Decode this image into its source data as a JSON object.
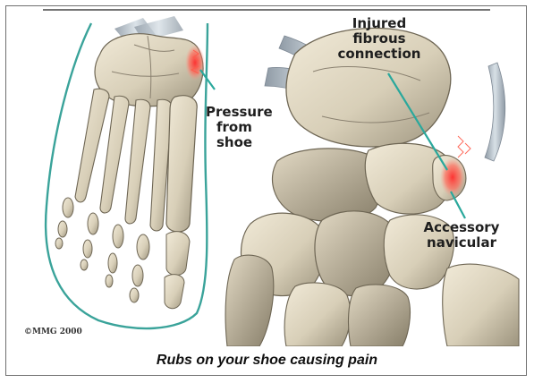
{
  "labels": {
    "pressure_line1": "Pressure",
    "pressure_line2": "from",
    "pressure_line3": "shoe",
    "injured_line1": "Injured",
    "injured_line2": "fibrous",
    "injured_line3": "connection",
    "accessory_line1": "Accessory",
    "accessory_line2": "navicular"
  },
  "copyright": "©MMG 2000",
  "caption": "Rubs on your shoe causing pain",
  "colors": {
    "bone": "#e4dcc8",
    "bone_shadow": "#9a917c",
    "shoe_outline": "#3aa39a",
    "pointer_line": "#2aa89c",
    "ligament": "#b8c4cc",
    "inflammation": "#ff4a4a"
  }
}
